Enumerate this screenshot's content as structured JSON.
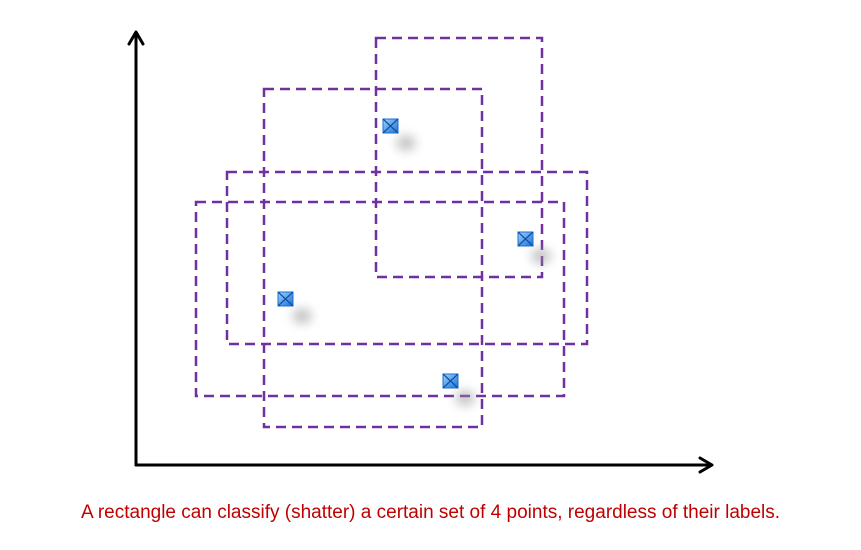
{
  "caption": "A rectangle can classify (shatter) a certain set of 4 points, regardless of their labels.",
  "colors": {
    "axis": "#000000",
    "rectangle_stroke": "#7030a0",
    "point_fill": "#2f8fe6",
    "point_highlight": "#9fd4ff",
    "caption": "#c00000"
  },
  "point_marker": "blue-square-marker",
  "point_count": 4,
  "rectangle_count": 4
}
